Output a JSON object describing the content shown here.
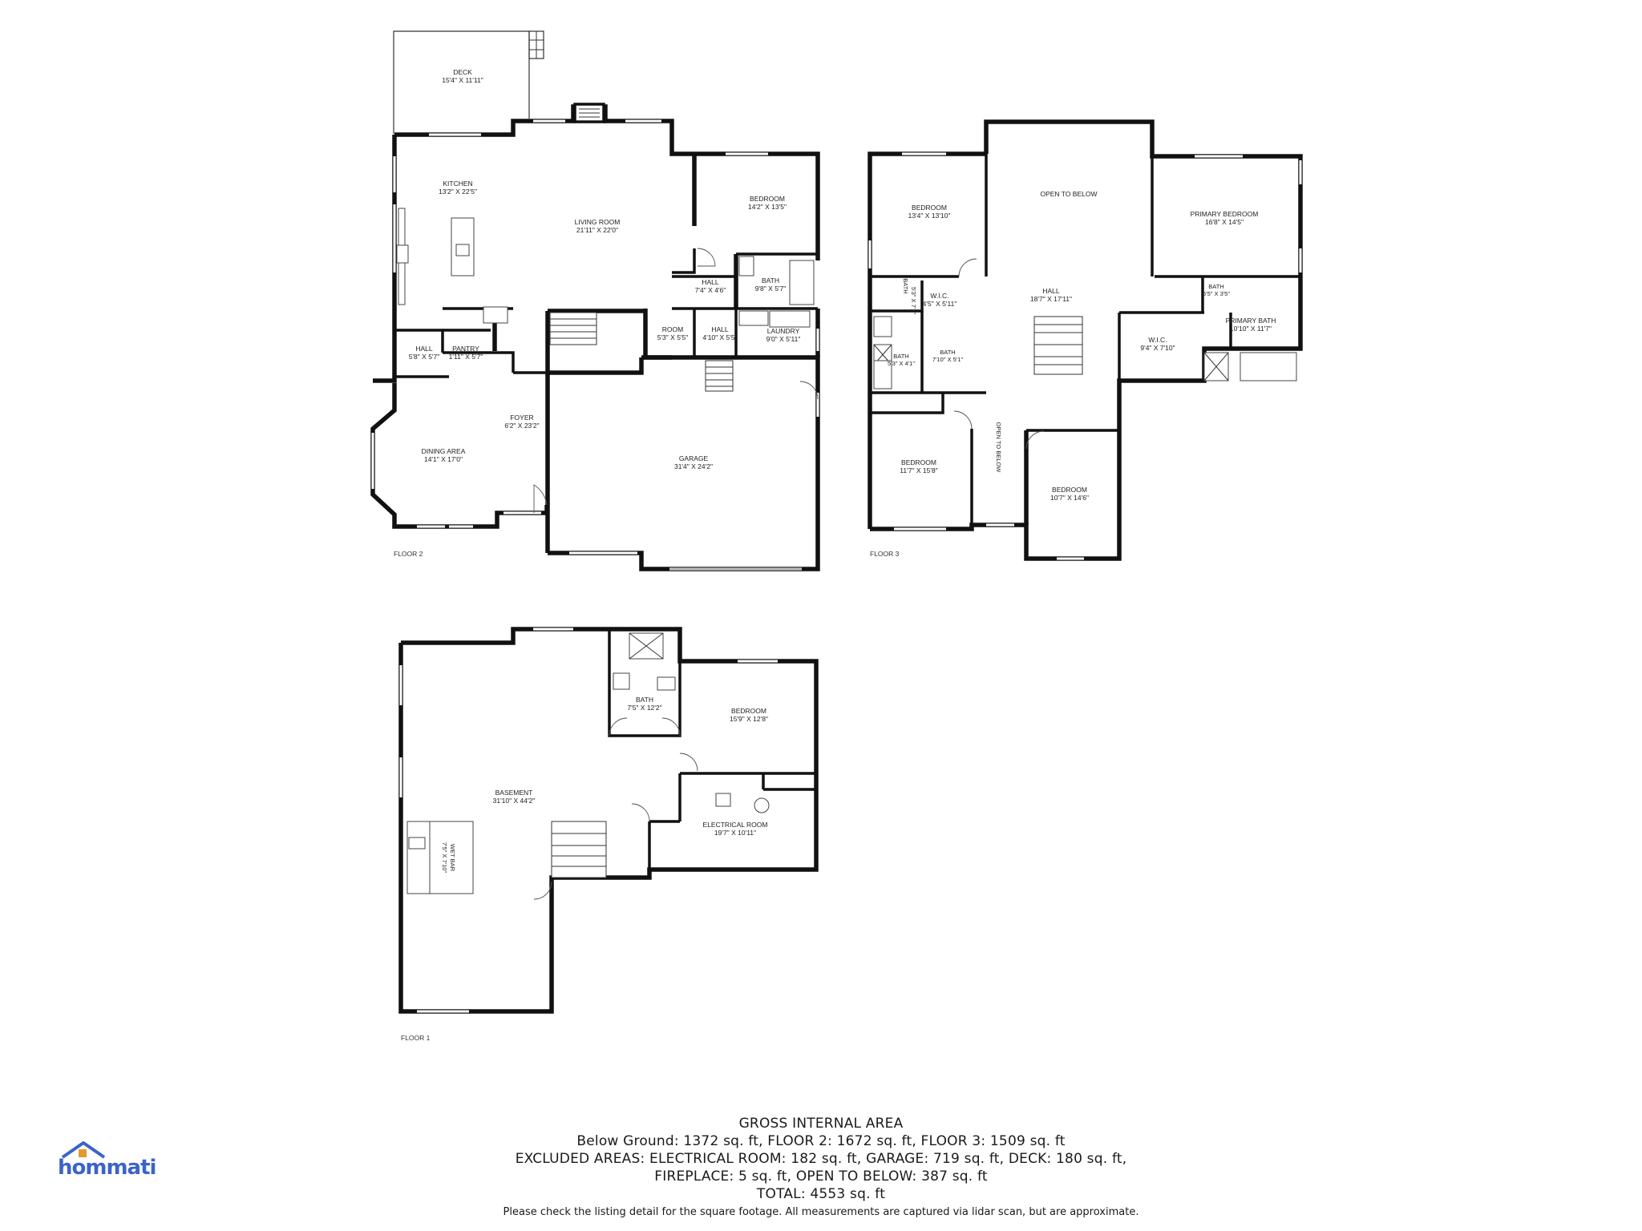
{
  "floors": {
    "floor2": {
      "tag": "FLOOR 2",
      "rooms": [
        {
          "name": "DECK",
          "dims": "15'4\" X 11'11\""
        },
        {
          "name": "KITCHEN",
          "dims": "13'2\" X 22'5\""
        },
        {
          "name": "LIVING ROOM",
          "dims": "21'11\" X 22'0\""
        },
        {
          "name": "BEDROOM",
          "dims": "14'2\" X 13'5\""
        },
        {
          "name": "HALL",
          "dims": "7'4\" X 4'6\""
        },
        {
          "name": "BATH",
          "dims": "9'8\" X 5'7\""
        },
        {
          "name": "ROOM",
          "dims": "5'3\" X 5'5\""
        },
        {
          "name": "HALL",
          "dims": "4'10\" X 5'5\""
        },
        {
          "name": "LAUNDRY",
          "dims": "9'0\" X 5'11\""
        },
        {
          "name": "HALL",
          "dims": "5'8\" X 5'7\""
        },
        {
          "name": "PANTRY",
          "dims": "1'11\" X 5'7\""
        },
        {
          "name": "FOYER",
          "dims": "6'2\" X 23'2\""
        },
        {
          "name": "DINING AREA",
          "dims": "14'1\" X 17'0\""
        },
        {
          "name": "GARAGE",
          "dims": "31'4\" X 24'2\""
        }
      ]
    },
    "floor3": {
      "tag": "FLOOR 3",
      "rooms": [
        {
          "name": "BEDROOM",
          "dims": "13'4\" X 13'10\""
        },
        {
          "name": "OPEN TO BELOW",
          "dims": ""
        },
        {
          "name": "PRIMARY BEDROOM",
          "dims": "16'8\" X 14'5\""
        },
        {
          "name": "HALL",
          "dims": "18'7\" X 17'11\""
        },
        {
          "name": "W.I.C.",
          "dims": "4'5\" X 5'11\""
        },
        {
          "name": "BATH",
          "dims": "5'3\" X 7'1\""
        },
        {
          "name": "BATH",
          "dims": "5'5\" X 3'5\""
        },
        {
          "name": "PRIMARY BATH",
          "dims": "10'10\" X 11'7\""
        },
        {
          "name": "W.I.C.",
          "dims": "9'4\" X 7'10\""
        },
        {
          "name": "BATH",
          "dims": "5'3\" X 4'1\""
        },
        {
          "name": "BATH",
          "dims": "7'10\" X 5'1\""
        },
        {
          "name": "BEDROOM",
          "dims": "11'7\" X 15'8\""
        },
        {
          "name": "OPEN TO BELOW",
          "dims": ""
        },
        {
          "name": "BEDROOM",
          "dims": "10'7\" X 14'6\""
        }
      ]
    },
    "floor1": {
      "tag": "FLOOR 1",
      "rooms": [
        {
          "name": "BATH",
          "dims": "7'5\" X 12'2\""
        },
        {
          "name": "BEDROOM",
          "dims": "15'9\" X 12'8\""
        },
        {
          "name": "BASEMENT",
          "dims": "31'10\" X 44'2\""
        },
        {
          "name": "ELECTRICAL ROOM",
          "dims": "19'7\" X 10'11\""
        },
        {
          "name": "WET BAR",
          "dims": "7'5\" X 7'10\""
        }
      ]
    }
  },
  "gross_internal_area": {
    "title": "GROSS INTERNAL AREA",
    "line1": "Below Ground: 1372 sq. ft, FLOOR 2: 1672 sq. ft, FLOOR 3: 1509 sq. ft",
    "line2": "EXCLUDED AREAS: ELECTRICAL ROOM: 182 sq. ft, GARAGE: 719 sq. ft, DECK: 180 sq. ft,",
    "line3": "FIREPLACE: 5 sq. ft, OPEN TO BELOW: 387 sq. ft",
    "line4": "TOTAL: 4553 sq. ft",
    "disclaimer": "Please check the listing detail for the square footage. All measurements are captured via lidar scan, but are approximate."
  },
  "brand": {
    "name": "hommati",
    "icon": "house-logo-icon",
    "color": "#3b64c8"
  }
}
